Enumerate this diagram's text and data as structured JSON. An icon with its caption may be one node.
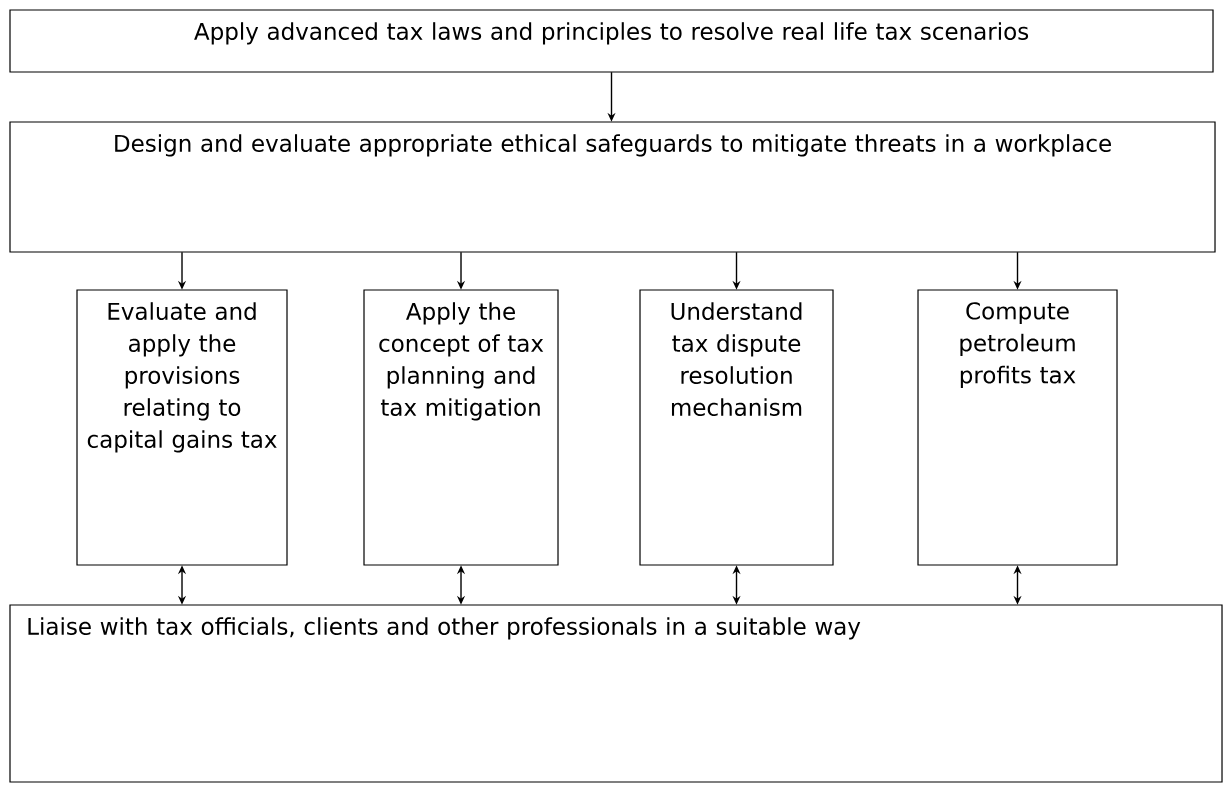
{
  "diagram": {
    "nodes": [
      {
        "text": [
          "Apply advanced tax laws and principles to resolve real life tax scenarios"
        ]
      },
      {
        "text": [
          "Design and evaluate appropriate ethical safeguards to mitigate threats in a workplace"
        ]
      },
      {
        "text": [
          "Evaluate and apply the provisions relating to capital gains tax"
        ]
      },
      {
        "text": [
          "Apply the concept of tax planning and tax mitigation"
        ]
      },
      {
        "text": [
          "Understand tax dispute resolution mechanism"
        ]
      },
      {
        "text": [
          "Compute petroleum profits tax"
        ]
      },
      {
        "text": [
          "Liaise with tax officials, clients and other professionals in a suitable way"
        ]
      }
    ],
    "edges": [
      {
        "from": 0,
        "to": 1,
        "arrow": "to"
      },
      {
        "from": 1,
        "to": 2,
        "arrow": "to"
      },
      {
        "from": 1,
        "to": 3,
        "arrow": "to"
      },
      {
        "from": 1,
        "to": 4,
        "arrow": "to"
      },
      {
        "from": 1,
        "to": 5,
        "arrow": "to"
      },
      {
        "from": 2,
        "to": 6,
        "arrow": "both"
      },
      {
        "from": 3,
        "to": 6,
        "arrow": "both"
      },
      {
        "from": 4,
        "to": 6,
        "arrow": "both"
      },
      {
        "from": 5,
        "to": 6,
        "arrow": "both"
      }
    ]
  }
}
